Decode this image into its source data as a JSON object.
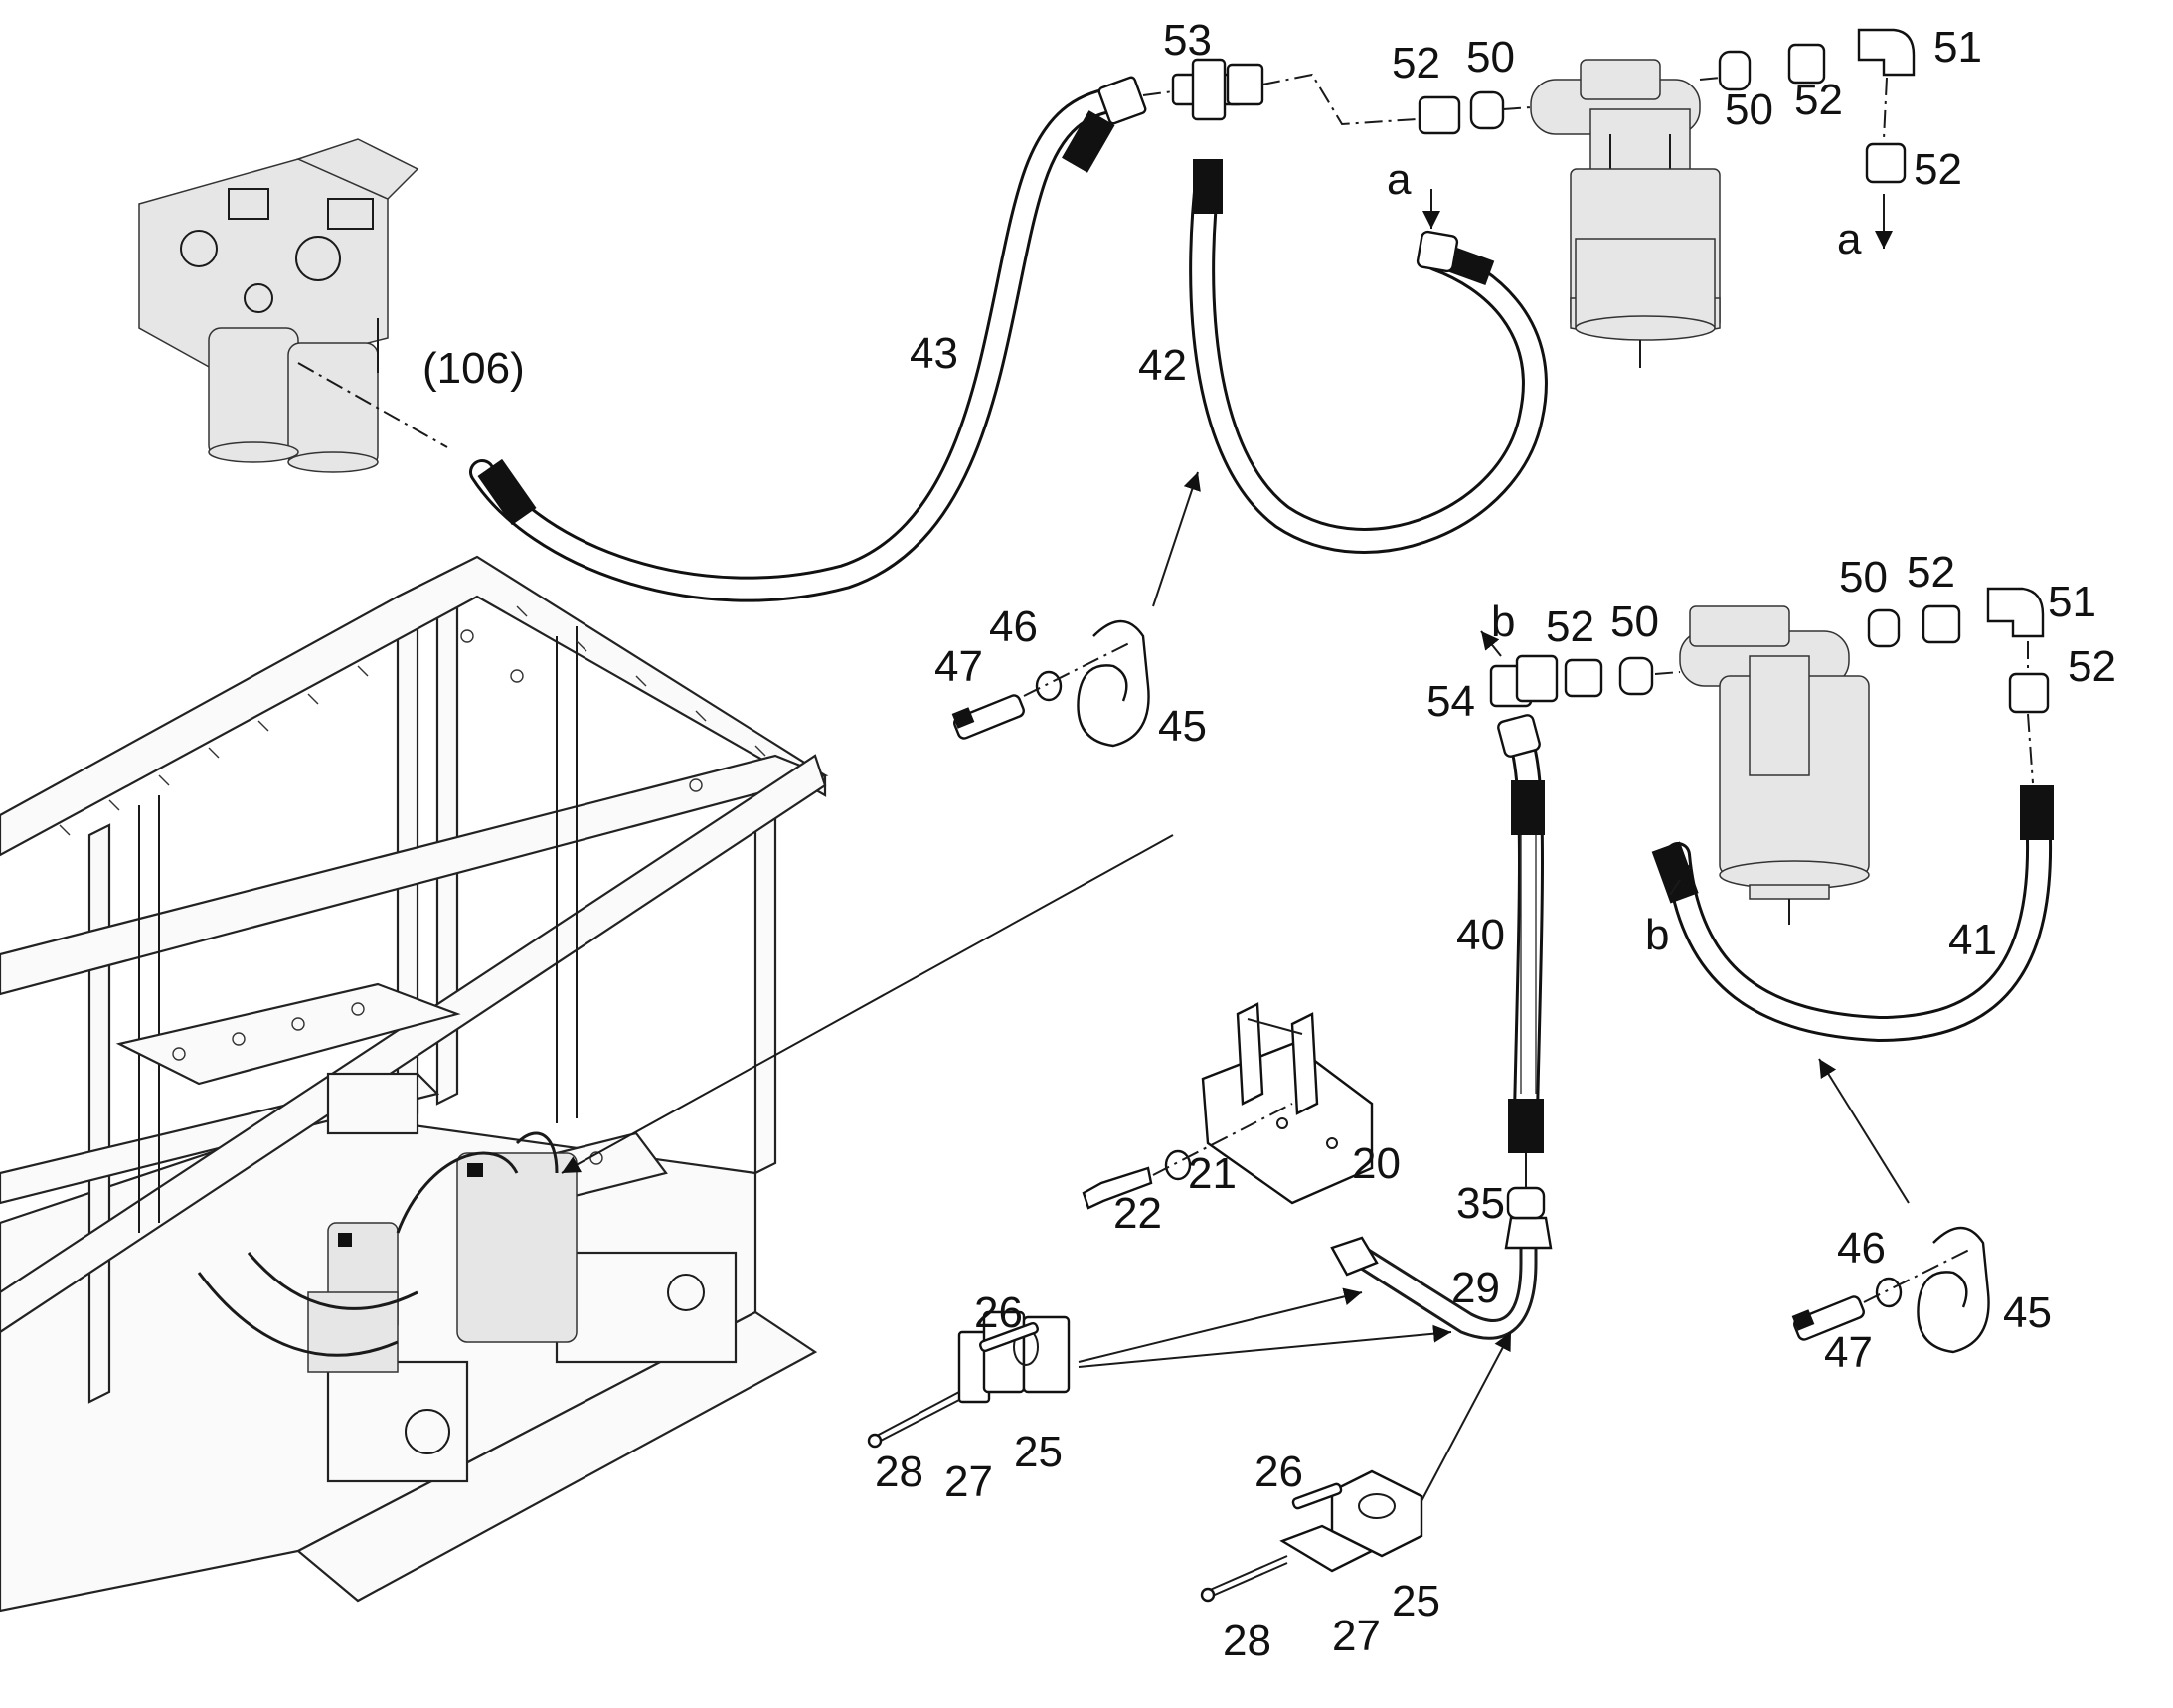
{
  "callouts": {
    "c106": "(106)",
    "c53": "53",
    "c52_a": "52",
    "c50_a": "50",
    "c50_b": "50",
    "c52_b": "52",
    "c51_a": "51",
    "c52_c": "52",
    "c43": "43",
    "c42": "42",
    "c47_a": "47",
    "c46_a": "46",
    "c45_a": "45",
    "c50_c": "50",
    "c52_d": "52",
    "c51_b": "51",
    "c52_e": "52",
    "c52_f": "52",
    "c50_d": "50",
    "c54": "54",
    "c40": "40",
    "c41": "41",
    "c20": "20",
    "c21": "21",
    "c22": "22",
    "c35": "35",
    "c29": "29",
    "c26_a": "26",
    "c25_a": "25",
    "c27_a": "27",
    "c28_a": "28",
    "c26_b": "26",
    "c25_b": "25",
    "c27_b": "27",
    "c28_b": "28",
    "c46_b": "46",
    "c45_b": "45",
    "c47_b": "47"
  },
  "markers": {
    "a_top": "a",
    "a_right": "a",
    "b_top": "b",
    "b_mid": "b"
  }
}
